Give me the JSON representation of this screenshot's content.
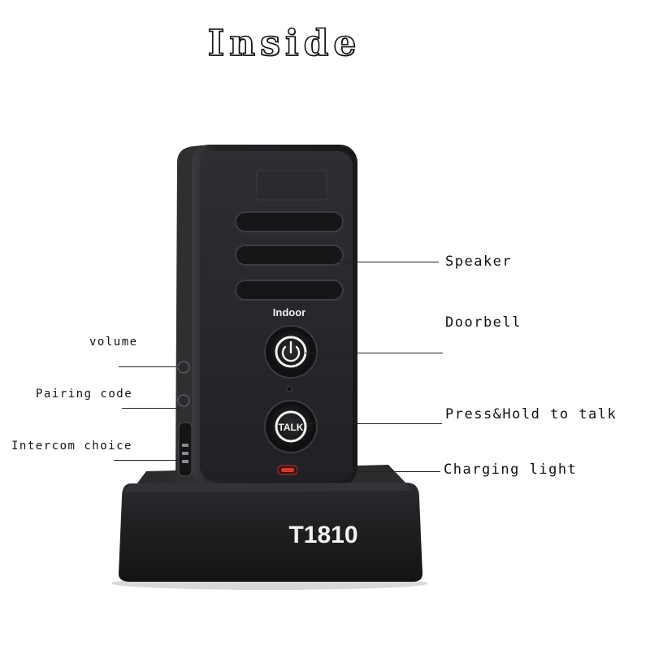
{
  "title": "Inside",
  "device": {
    "model": "T1810",
    "panel_label": "Indoor",
    "talk_button_label": "TALK"
  },
  "callouts_right": {
    "speaker": "Speaker",
    "doorbell": "Doorbell",
    "talk": "Press&Hold to talk",
    "charging": "Charging light"
  },
  "callouts_left": {
    "volume": "volume",
    "pairing": "Pairing code",
    "intercom": "Intercom choice"
  },
  "colors": {
    "device_body": "#1c1d1f",
    "device_face": "#2a2b2e",
    "base": "#1a1b1d",
    "charging_light": "#e0362a",
    "text": "#111111"
  }
}
